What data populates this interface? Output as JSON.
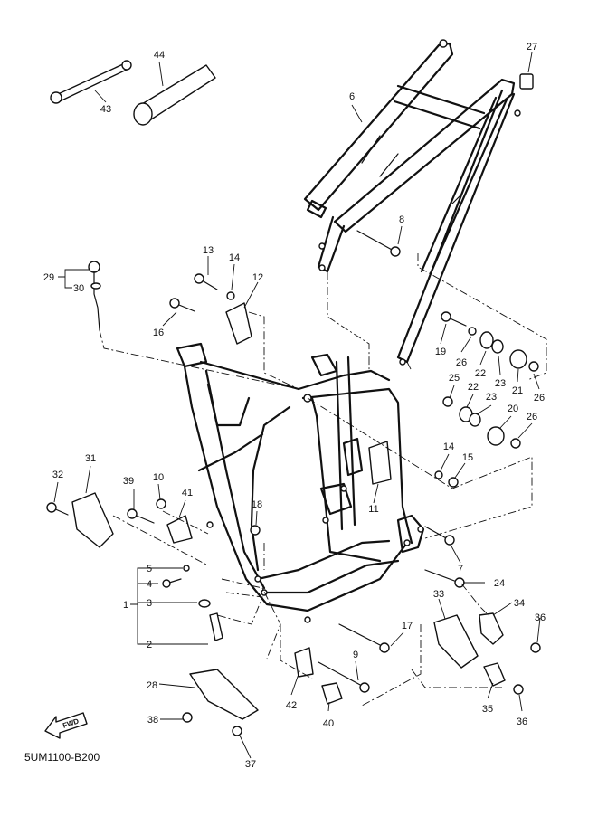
{
  "diagram_code": "5UM1100-B200",
  "fwd_label": "FWD",
  "callouts": [
    "1",
    "2",
    "3",
    "4",
    "5",
    "6",
    "7",
    "8",
    "9",
    "10",
    "11",
    "12",
    "13",
    "14",
    "14",
    "15",
    "16",
    "17",
    "18",
    "19",
    "20",
    "21",
    "22",
    "22",
    "23",
    "23",
    "24",
    "25",
    "26",
    "26",
    "26",
    "27",
    "28",
    "29",
    "30",
    "31",
    "32",
    "33",
    "34",
    "35",
    "36",
    "36",
    "37",
    "38",
    "39",
    "40",
    "41",
    "42",
    "43",
    "44"
  ]
}
